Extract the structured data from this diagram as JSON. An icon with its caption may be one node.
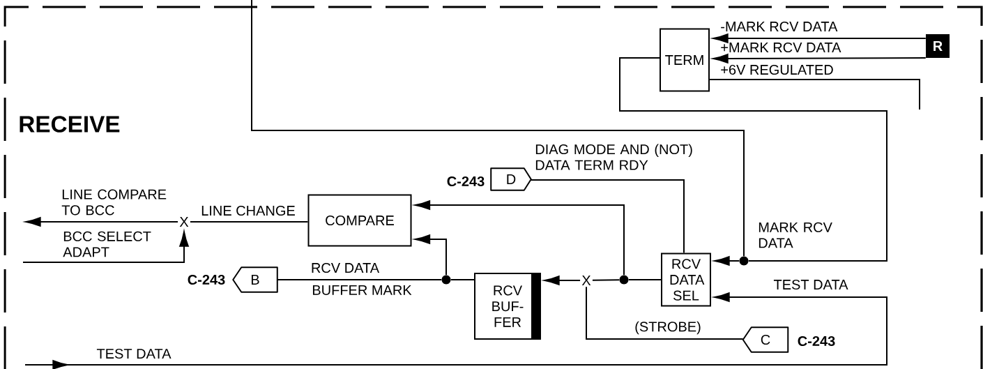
{
  "diagram": {
    "nodes": [
      {
        "text": [
          "TERM"
        ]
      },
      {
        "text": [
          "R"
        ]
      },
      {
        "text": [
          "D"
        ],
        "beside": [
          "C-243"
        ]
      },
      {
        "text": [
          "COMPARE"
        ]
      },
      {
        "text": [
          "X"
        ]
      },
      {
        "text": [
          "B"
        ],
        "beside": [
          "C-243"
        ]
      },
      {
        "text": [],
        "shape": "circle"
      },
      {
        "text": [
          "RCV BUF- FER"
        ]
      },
      {
        "text": [
          "X"
        ]
      },
      {
        "text": [],
        "shape": "circle"
      },
      {
        "text": [
          "RCV DATA SEL"
        ]
      },
      {
        "text": [],
        "shape": "circle"
      },
      {
        "text": [
          "C"
        ],
        "beside": [
          "C-243"
        ]
      }
    ],
    "edges": [
      {
        "from": 1,
        "to": 0,
        "arrow": "to",
        "label": "-MARK RCV DATA"
      },
      {
        "from": 1,
        "to": 0,
        "arrow": "to",
        "label": "+MARK RCV DATA"
      },
      {
        "from": 0,
        "to": null,
        "arrow": "none",
        "label": "+6V REGULATED"
      },
      {
        "from": 0,
        "to": 11,
        "arrow": "none",
        "label": "MARK RCV DATA"
      },
      {
        "from": 11,
        "to": 10,
        "arrow": "to"
      },
      {
        "from": 11,
        "to": null,
        "arrow": "none"
      },
      {
        "from": 2,
        "to": 10,
        "arrow": "none",
        "label": "DIAG MODE AND (NOT) DATA TERM RDY"
      },
      {
        "from": 10,
        "to": 9,
        "arrow": "none"
      },
      {
        "from": 9,
        "to": 8,
        "arrow": "none"
      },
      {
        "from": 8,
        "to": 7,
        "arrow": "to"
      },
      {
        "from": 9,
        "to": 3,
        "arrow": "to"
      },
      {
        "from": 12,
        "to": 8,
        "arrow": "none",
        "label": "(STROBE)"
      },
      {
        "from": 7,
        "to": 6,
        "arrow": "none"
      },
      {
        "from": 6,
        "to": 3,
        "arrow": "to"
      },
      {
        "from": 6,
        "to": 5,
        "arrow": "none",
        "label": "RCV DATA"
      },
      {
        "from": 3,
        "to": 4,
        "arrow": "none",
        "label": "LINE CHANGE"
      },
      {
        "from": 4,
        "to": null,
        "arrow": "to",
        "label": "LINE COMPARE TO BCC"
      },
      {
        "from": null,
        "to": 4,
        "arrow": "to",
        "label": "BCC SELECT ADAPT"
      },
      {
        "from": null,
        "to": 10,
        "arrow": "to",
        "label": "TEST DATA"
      }
    ],
    "labels": [
      "RECEIVE",
      "BUFFER MARK",
      "TEST DATA"
    ]
  }
}
